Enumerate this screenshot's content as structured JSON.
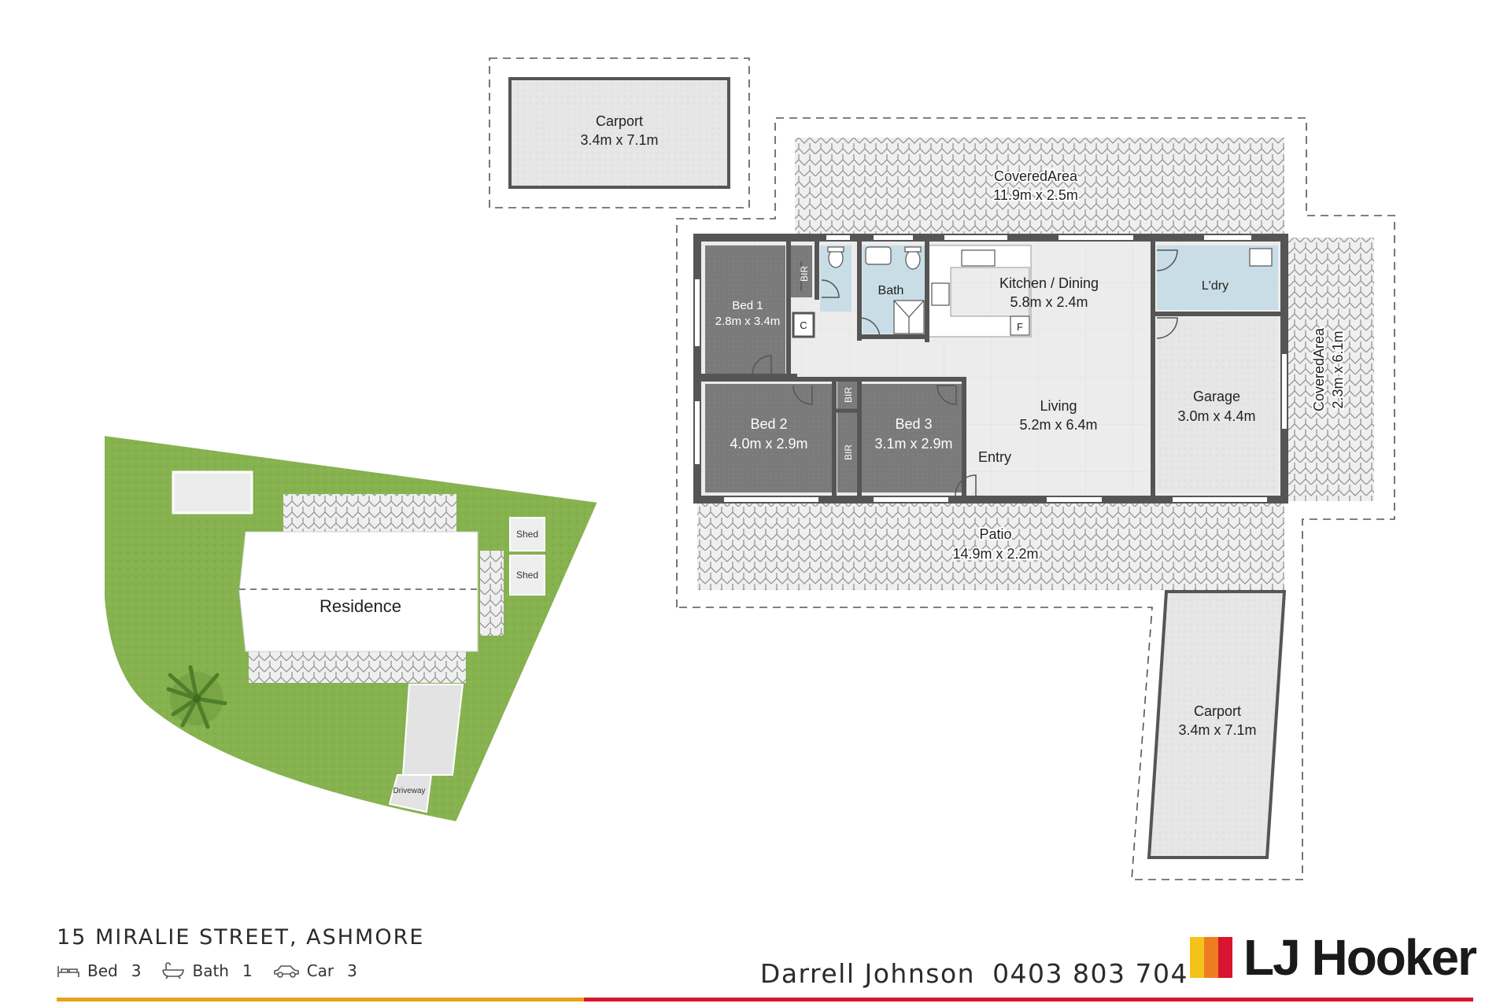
{
  "rooms": {
    "carport_top": {
      "name": "Carport",
      "size": "3.4m x 7.1m"
    },
    "covered_top": {
      "name": "CoveredArea",
      "size": "11.9m x 2.5m"
    },
    "covered_right": {
      "name": "CoveredArea",
      "size": "2.3m x 6.1m"
    },
    "bed1": {
      "name": "Bed 1",
      "size": "2.8m x 3.4m"
    },
    "bed2": {
      "name": "Bed 2",
      "size": "4.0m x 2.9m"
    },
    "bed3": {
      "name": "Bed 3",
      "size": "3.1m x 2.9m"
    },
    "bath": {
      "name": "Bath"
    },
    "kitchen": {
      "name": "Kitchen / Dining",
      "size": "5.8m x 2.4m"
    },
    "laundry": {
      "name": "L'dry"
    },
    "living": {
      "name": "Living",
      "size": "5.2m x 6.4m"
    },
    "garage": {
      "name": "Garage",
      "size": "3.0m x 4.4m"
    },
    "entry": {
      "name": "Entry"
    },
    "patio": {
      "name": "Patio",
      "size": "14.9m x 2.2m"
    },
    "carport_bottom": {
      "name": "Carport",
      "size": "3.4m x 7.1m"
    },
    "bir": "BIR",
    "cupboard": "C",
    "fridge": "F"
  },
  "site": {
    "residence": "Residence",
    "shed": "Shed",
    "driveway": "Driveway"
  },
  "footer": {
    "address": "15 MIRALIE STREET, ASHMORE",
    "bed_label": "Bed",
    "bed_count": "3",
    "bath_label": "Bath",
    "bath_count": "1",
    "car_label": "Car",
    "car_count": "3",
    "agent_name": "Darrell Johnson",
    "agent_phone": "0403 803 704",
    "brand": "LJ Hooker"
  },
  "colors": {
    "wall": "#555555",
    "bedroom_floor": "#7b7b7b",
    "wet_area": "#c9dde6",
    "lawn": "#86b24f",
    "brand_red": "#d7152e",
    "brand_orange": "#e8a21e"
  }
}
